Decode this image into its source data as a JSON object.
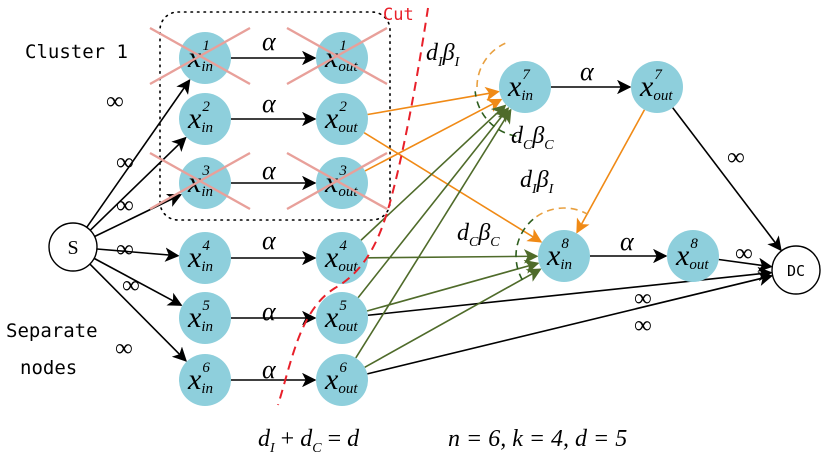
{
  "labels": {
    "cluster": "Cluster 1",
    "separate_1": "Separate",
    "separate_2": "nodes",
    "cut": "Cut",
    "source": "S",
    "sink": "DC",
    "alpha": "α",
    "infinity": "∞",
    "beta": "β",
    "d": "d",
    "sub_I": "I",
    "sub_C": "C",
    "equation_left": "+",
    "equation_right": "=",
    "params": "n = 6, k = 4, d = 5"
  },
  "nodes": [
    {
      "id": "x1in",
      "base": "x",
      "sup": "1",
      "sub": "in",
      "crossed": true
    },
    {
      "id": "x1out",
      "base": "x",
      "sup": "1",
      "sub": "out",
      "crossed": true
    },
    {
      "id": "x2in",
      "base": "x",
      "sup": "2",
      "sub": "in",
      "crossed": false
    },
    {
      "id": "x2out",
      "base": "x",
      "sup": "2",
      "sub": "out",
      "crossed": false
    },
    {
      "id": "x3in",
      "base": "x",
      "sup": "3",
      "sub": "in",
      "crossed": true
    },
    {
      "id": "x3out",
      "base": "x",
      "sup": "3",
      "sub": "out",
      "crossed": true
    },
    {
      "id": "x4in",
      "base": "x",
      "sup": "4",
      "sub": "in",
      "crossed": false
    },
    {
      "id": "x4out",
      "base": "x",
      "sup": "4",
      "sub": "out",
      "crossed": false
    },
    {
      "id": "x5in",
      "base": "x",
      "sup": "5",
      "sub": "in",
      "crossed": false
    },
    {
      "id": "x5out",
      "base": "x",
      "sup": "5",
      "sub": "out",
      "crossed": false
    },
    {
      "id": "x6in",
      "base": "x",
      "sup": "6",
      "sub": "in",
      "crossed": false
    },
    {
      "id": "x6out",
      "base": "x",
      "sup": "6",
      "sub": "out",
      "crossed": false
    },
    {
      "id": "x7in",
      "base": "x",
      "sup": "7",
      "sub": "in",
      "crossed": false
    },
    {
      "id": "x7out",
      "base": "x",
      "sup": "7",
      "sub": "out",
      "crossed": false
    },
    {
      "id": "x8in",
      "base": "x",
      "sup": "8",
      "sub": "in",
      "crossed": false
    },
    {
      "id": "x8out",
      "base": "x",
      "sup": "8",
      "sub": "out",
      "crossed": false
    }
  ],
  "colors": {
    "node_fill": "#8ecfdc",
    "edge_black": "#000000",
    "edge_orange": "#f08a16",
    "edge_green": "#4f6b2a",
    "cross": "#e8a09a",
    "cut": "#e8202a",
    "cut_arc": "#e8a040",
    "green_arc": "#2e5e1e"
  }
}
